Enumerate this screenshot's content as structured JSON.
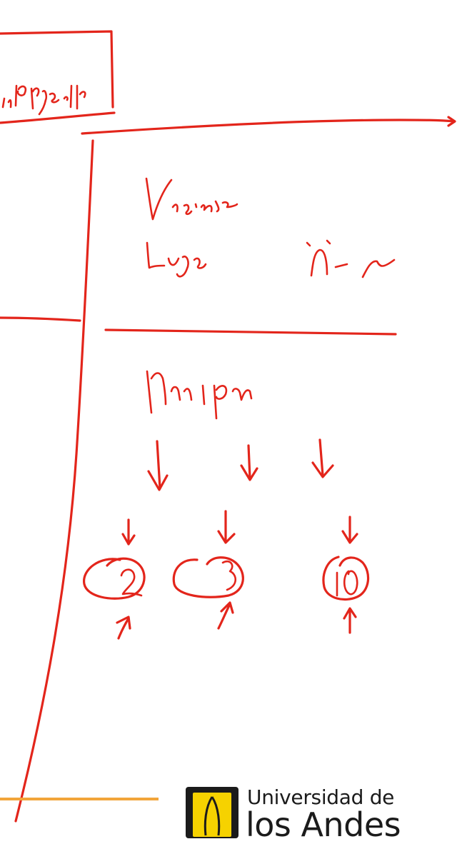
{
  "logo": {
    "line1": "Universidad de",
    "line2": "los Andes"
  },
  "colors": {
    "ink": "#e3251b",
    "footer_rule": "#f2a53a",
    "logo_yellow": "#f6d200",
    "logo_dark": "#1b1b1b"
  },
  "circled_numbers": [
    "2",
    "3",
    "10"
  ]
}
